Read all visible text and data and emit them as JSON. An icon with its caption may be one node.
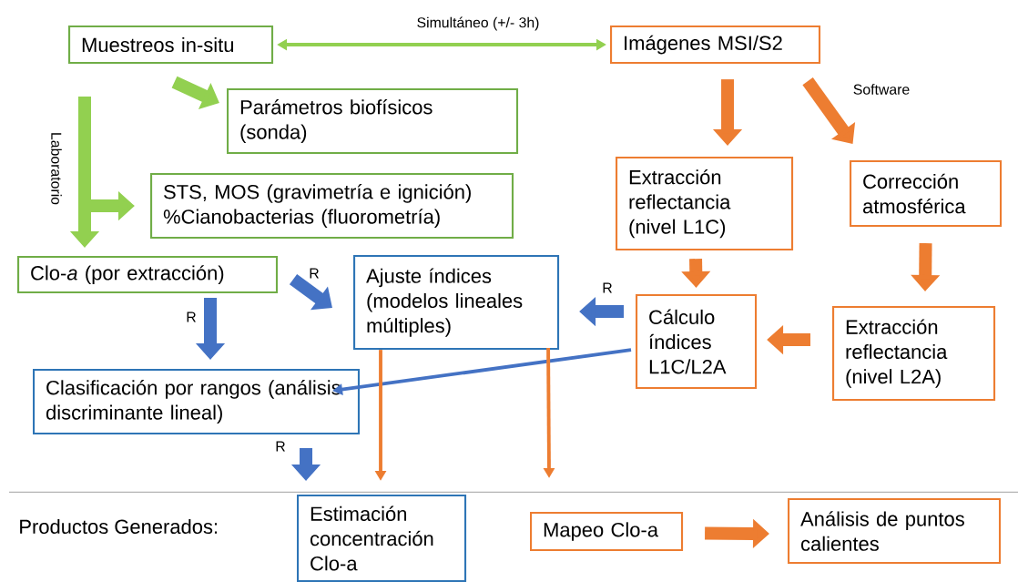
{
  "diagram": {
    "nodes": [
      {
        "text": [
          "Muestreos in-situ"
        ]
      },
      {
        "text": [
          "Parámetros biofísicos (sonda)"
        ]
      },
      {
        "text": [
          "STS, MOS (gravimetría e ignición) %Cianobacterias (fluorometría)"
        ]
      },
      {
        "text": [
          "Clo-*a* (por extracción)"
        ]
      },
      {
        "text": [
          "Ajuste índices (modelos lineales múltiples)"
        ]
      },
      {
        "text": [
          "Clasificación por rangos (análisis discriminante lineal)"
        ]
      },
      {
        "text": [
          "Imágenes MSI/S2"
        ]
      },
      {
        "text": [
          "Extracción reflectancia (nivel L1C)"
        ]
      },
      {
        "text": [
          "Corrección atmosférica"
        ]
      },
      {
        "text": [
          "Cálculo índices L1C/L2A"
        ]
      },
      {
        "text": [
          "Extracción reflectancia (nivel L2A)"
        ]
      },
      {
        "text": [
          "Estimación concentración Clo-a"
        ]
      },
      {
        "text": [
          "Mapeo Clo-a"
        ]
      },
      {
        "text": [
          "Análisis de puntos calientes"
        ]
      }
    ],
    "edges": [
      {
        "from": 0,
        "to": 6,
        "arrow": "both",
        "label": "Simultáneo (+/- 3h)",
        "color": "#92d050"
      },
      {
        "from": 0,
        "to": 1,
        "arrow": "to",
        "color": "#92d050"
      },
      {
        "from": 0,
        "to": 3,
        "arrow": "to",
        "color": "#92d050",
        "label": "Laboratorio"
      },
      {
        "from": 0,
        "to": 2,
        "arrow": "to",
        "color": "#92d050"
      },
      {
        "from": 3,
        "to": 5,
        "arrow": "to",
        "color": "#4472c4",
        "label": "R"
      },
      {
        "from": 3,
        "to": 4,
        "arrow": "to",
        "color": "#4472c4",
        "label": "R"
      },
      {
        "from": 6,
        "to": 7,
        "arrow": "to"
      },
      {
        "from": 6,
        "to": 8,
        "arrow": "to",
        "label": "Software"
      },
      {
        "from": 8,
        "to": 10,
        "arrow": "to"
      },
      {
        "from": 7,
        "to": 9,
        "arrow": "to"
      },
      {
        "from": 10,
        "to": 9,
        "arrow": "to"
      },
      {
        "from": 9,
        "to": 4,
        "arrow": "to",
        "color": "#4472c4",
        "label": "R"
      },
      {
        "from": 9,
        "to": 5,
        "arrow": "to",
        "color": "#4472c4"
      },
      {
        "from": 4,
        "to": 11,
        "arrow": "to"
      },
      {
        "from": 4,
        "to": 12,
        "arrow": "to"
      },
      {
        "from": 5,
        "to": 11,
        "arrow": "to",
        "color": "#4472c4",
        "label": "R"
      },
      {
        "from": 12,
        "to": 13,
        "arrow": "to"
      }
    ],
    "labels": [
      "Productos Generados:"
    ]
  }
}
